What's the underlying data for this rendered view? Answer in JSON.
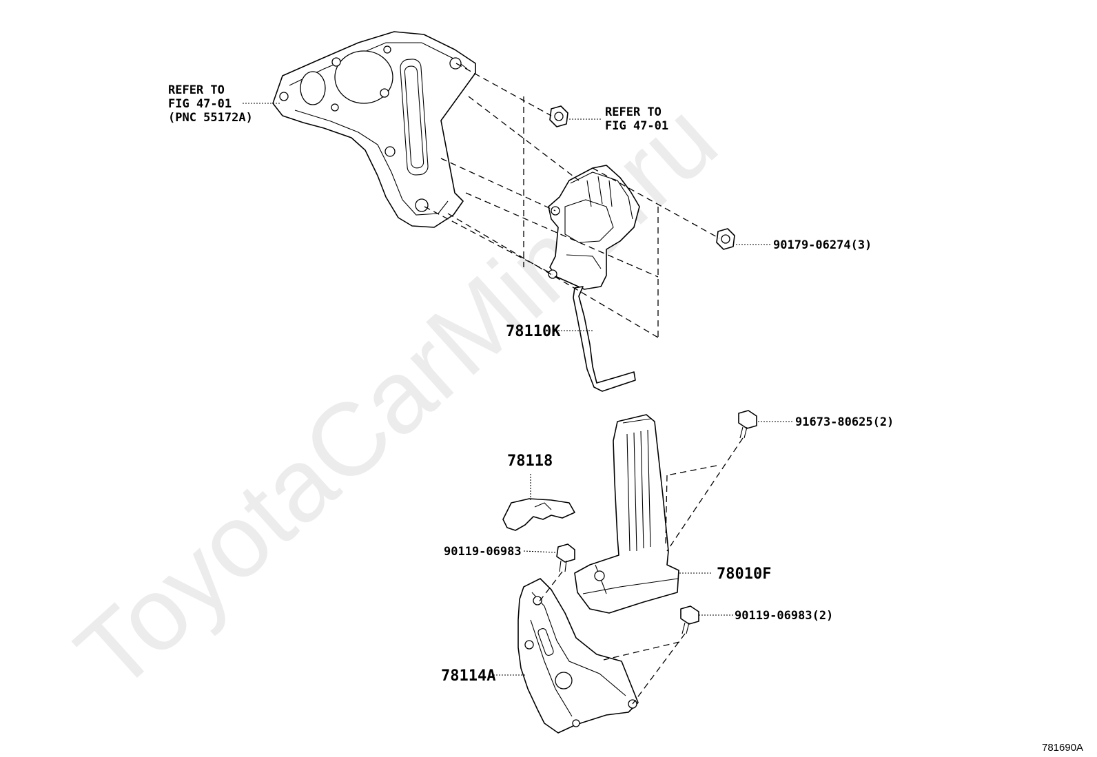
{
  "watermark": "ToyotaCarMine.ru",
  "figure_id": "781690A",
  "labels": {
    "refer_bracket": [
      "REFER TO",
      "FIG 47-01",
      "(PNC 55172A)"
    ],
    "refer_nut": [
      "REFER TO",
      "FIG 47-01"
    ],
    "nut_90179": "90179-06274(3)",
    "rod_78110K": "78110K",
    "bolt_91673": "91673-80625(2)",
    "cover_78118": "78118",
    "bolt_90119_single": "90119-06983",
    "pedal_78010F": "78010F",
    "bolt_90119_pair": "90119-06983(2)",
    "bracket_78114A": "78114A"
  }
}
